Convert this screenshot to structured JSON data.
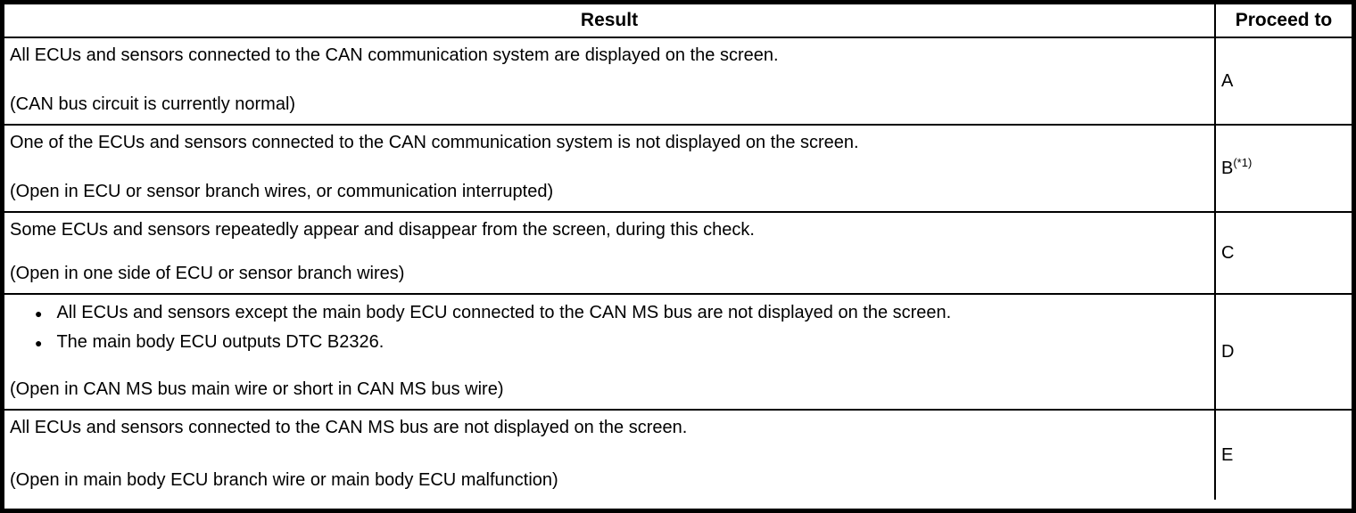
{
  "header": {
    "result_label": "Result",
    "proceed_label": "Proceed to"
  },
  "icons": {
    "bullet": "●"
  },
  "rows": [
    {
      "main_lines": [
        "All ECUs and sensors connected to the CAN communication system are displayed on the screen."
      ],
      "bullet_items": [],
      "note": "(CAN bus circuit is currently normal)",
      "proceed_letter": "A",
      "proceed_superscript": ""
    },
    {
      "main_lines": [
        "One of the ECUs and sensors connected to the CAN communication system is not displayed on the screen."
      ],
      "bullet_items": [],
      "note": "(Open in ECU or sensor branch wires, or communication interrupted)",
      "proceed_letter": "B",
      "proceed_superscript": "(*1)"
    },
    {
      "main_lines": [
        "Some ECUs and sensors repeatedly appear and disappear from the screen, during this check."
      ],
      "bullet_items": [],
      "note": "(Open in one side of ECU or sensor branch wires)",
      "proceed_letter": "C",
      "proceed_superscript": ""
    },
    {
      "main_lines": [],
      "bullet_items": [
        "All ECUs and sensors except the main body ECU connected to the CAN MS bus are not displayed on the screen.",
        "The main body ECU outputs DTC B2326."
      ],
      "note": "(Open in CAN MS bus main wire or short in CAN MS bus wire)",
      "proceed_letter": "D",
      "proceed_superscript": ""
    },
    {
      "main_lines": [
        "All ECUs and sensors connected to the CAN MS bus are not displayed on the screen."
      ],
      "bullet_items": [],
      "note": "(Open in main body ECU branch wire or main body ECU malfunction)",
      "proceed_letter": "E",
      "proceed_superscript": ""
    }
  ]
}
